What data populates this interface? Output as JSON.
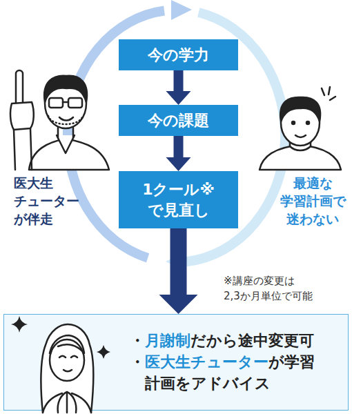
{
  "diagram": {
    "nodes": [
      {
        "text": [
          "今の学力"
        ]
      },
      {
        "text": [
          "今の課題"
        ]
      },
      {
        "text": [
          "1クール※ で見直し"
        ]
      },
      {
        "text": [
          "・",
          "月謝制",
          "だから途中変更可",
          "・",
          "医大生チューター",
          "が学習計画をアドバイス"
        ]
      }
    ],
    "edges": [
      {
        "from": 0,
        "to": 1,
        "arrow": "to"
      },
      {
        "from": 1,
        "to": 2,
        "arrow": "to"
      },
      {
        "from": 2,
        "to": 3,
        "arrow": "to"
      }
    ],
    "labels": [
      "医大生 チューター が伴走",
      "最適な 学習計画で 迷わない",
      "※講座の変更は 2,3か月単位で可能"
    ]
  }
}
